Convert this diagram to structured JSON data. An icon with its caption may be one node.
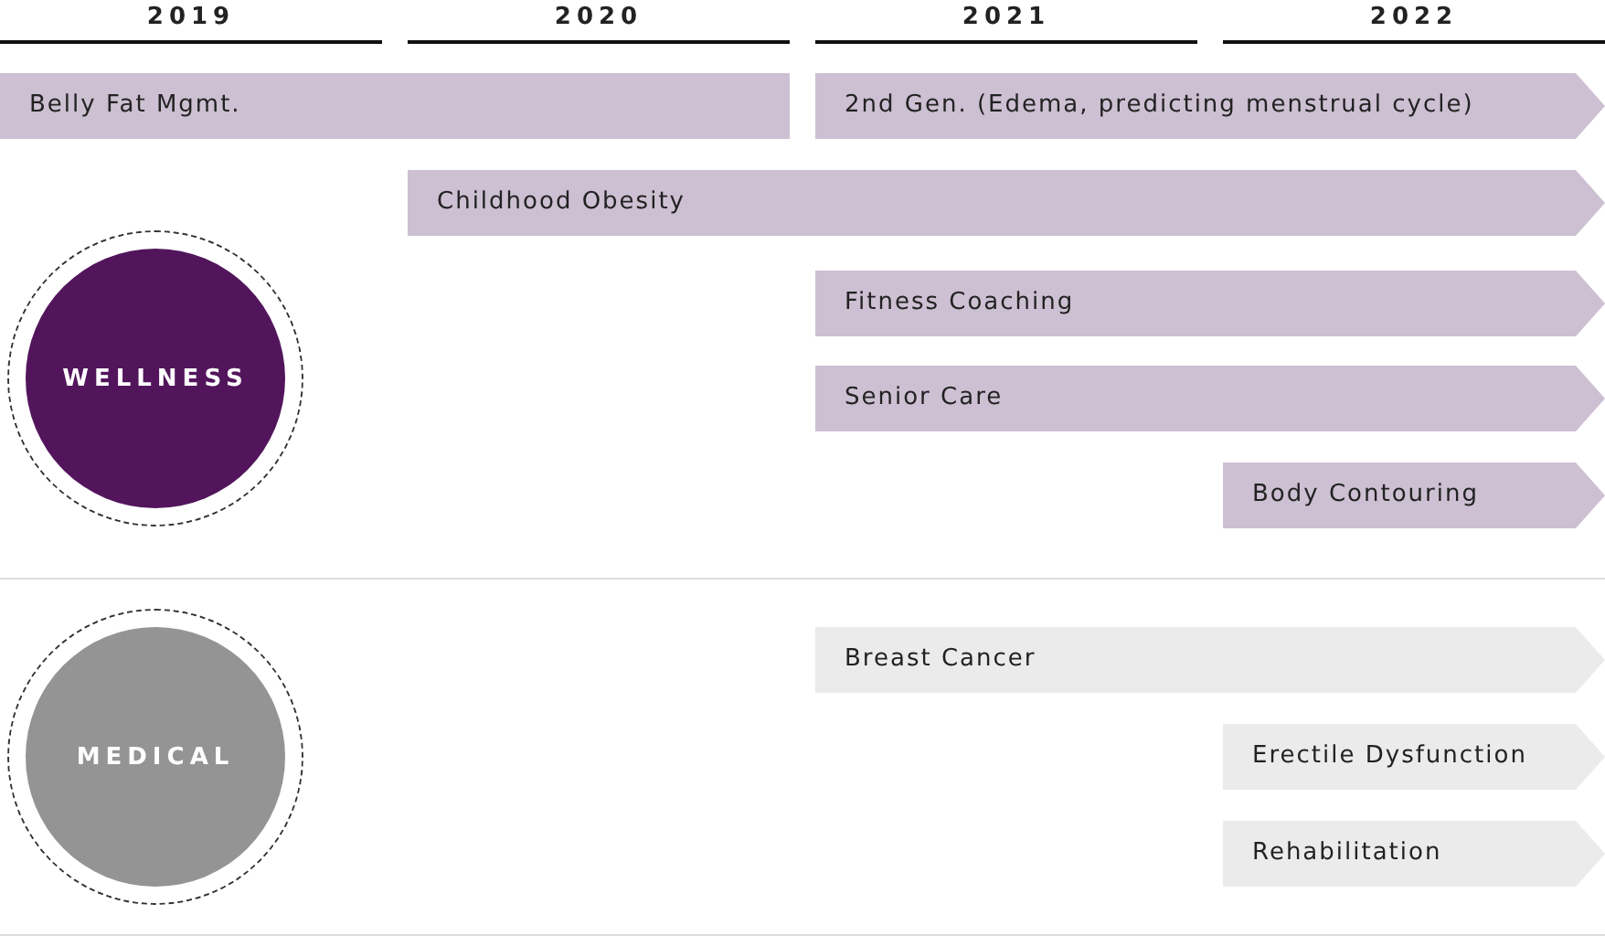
{
  "diagram": {
    "nodes": [
      {
        "text": [
          "Belly Fat Mgmt."
        ]
      },
      {
        "text": [
          "2nd Gen. (Edema, predicting menstrual cycle)"
        ]
      },
      {
        "text": [
          "Childhood Obesity"
        ]
      },
      {
        "text": [
          "WELLNESS"
        ]
      },
      {
        "text": [
          "Fitness Coaching"
        ]
      },
      {
        "text": [
          "Senior Care"
        ]
      },
      {
        "text": [
          "Body Contouring"
        ]
      },
      {
        "text": [
          "MEDICAL"
        ]
      },
      {
        "text": [
          "Breast Cancer"
        ]
      },
      {
        "text": [
          "Erectile Dysfunction"
        ]
      },
      {
        "text": [
          "Rehabilitation"
        ]
      }
    ],
    "labels": [
      "2019",
      "2020",
      "2021",
      "2022"
    ]
  }
}
